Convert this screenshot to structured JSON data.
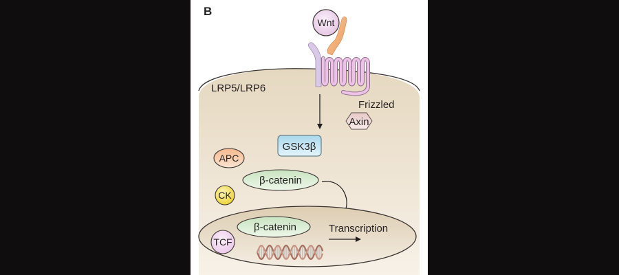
{
  "figure": {
    "panel_letter": "B",
    "title": "Wnt signaling pathway",
    "labels": {
      "wnt": "Wnt",
      "lrp": "LRP5/LRP6",
      "frizzled": "Frizzled",
      "axin": "Axin",
      "gsk3b": "GSK3β",
      "apc": "APC",
      "beta_catenin_cytoplasm": "β-catenin",
      "ck": "CK",
      "beta_catenin_nucleus": "β-catenin",
      "tcf": "TCF",
      "transcription": "Transcription"
    },
    "colors": {
      "background": "#0f0d0d",
      "panel": "#ffffff",
      "cytoplasm": "#efe4d2",
      "nucleus": "#e7dbc6",
      "wnt": "#f3def0",
      "lrp": "#d9c8e6",
      "frizzled": "#e9bde3",
      "frizzled_orange": "#f0a868",
      "axin": "#efd9d6",
      "gsk3b": "#bfe3f2",
      "apc": "#f6c7a2",
      "beta_catenin": "#d6ead0",
      "ck": "#f5e16a",
      "tcf": "#f3d6f0",
      "dna": "#b07a6a"
    }
  }
}
